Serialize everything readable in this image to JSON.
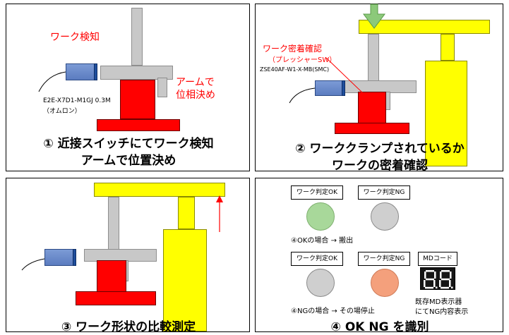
{
  "panel1": {
    "caption_line1": "① 近接スイッチにてワーク検知",
    "caption_line2": "アームで位置決め",
    "sensor_label": "ワーク検知",
    "arm_label_line1": "アームで",
    "arm_label_line2": "位相決め",
    "sensor_model": "E2E-X7D1-M1GJ 0.3M",
    "sensor_maker": "（オムロン）"
  },
  "panel2": {
    "caption_line1": "② ワーククランプされているか",
    "caption_line2": "ワークの密着確認",
    "check_label_line1": "ワーク密着確認",
    "check_label_line2": "（プレッシャーSW）",
    "switch_model": "ZSE40AF-W1-X-MB(SMC)"
  },
  "panel3": {
    "caption": "③ ワーク形状の比較測定"
  },
  "panel4": {
    "caption": "④ OK NG を識別",
    "ok_label_1": "ワーク判定OK",
    "ng_label_1": "ワーク判定NG",
    "ok_result": "④OKの場合 → 搬出",
    "ok_label_2": "ワーク判定OK",
    "ng_label_2": "ワーク判定NG",
    "md_label": "MDコード",
    "ng_result": "④NGの場合 → その場停止",
    "display_note_line1": "既存MD表示器",
    "display_note_line2": "にてNG内容表示",
    "colors": {
      "ok_lamp": "#a8d89a",
      "ng_lamp": "#f4a07c",
      "off_lamp": "#cfcfcf"
    }
  }
}
